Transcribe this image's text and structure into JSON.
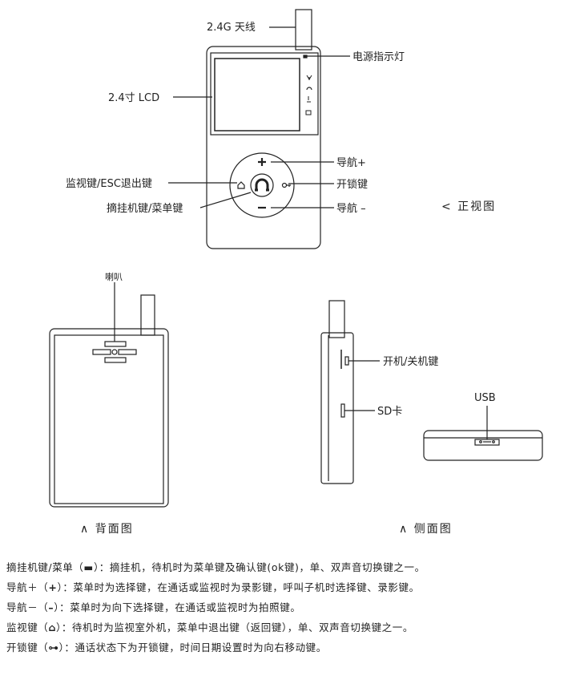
{
  "front": {
    "antenna_label": "2.4G 天线",
    "power_led_label": "电源指示灯",
    "lcd_label": "2.4寸 LCD",
    "nav_plus_label": "导航+",
    "unlock_label": "开锁键",
    "monitor_label": "监视键/ESC退出键",
    "hook_label": "摘挂机键/菜单键",
    "nav_minus_label": "导航 –",
    "view_caption": "< 正视图",
    "plus_symbol": "+",
    "minus_symbol": "–"
  },
  "back": {
    "speaker_label": "喇叭",
    "view_caption": "∧ 背面图"
  },
  "side": {
    "power_label": "开机/关机键",
    "sd_label": "SD卡",
    "usb_label": "USB",
    "view_caption": "∧ 侧面图"
  },
  "descriptions": [
    {
      "key": "摘挂机键/菜单（",
      "icon": "▬",
      "text": "）：摘挂机，待机时为菜单键及确认键(ok键)，单、双声音切换键之一。"
    },
    {
      "key": "导航＋（",
      "icon": "+",
      "text": "）：菜单时为选择键，在通话或监视时为录影键，呼叫子机时选择键、录影键。"
    },
    {
      "key": "导航－（",
      "icon": "–",
      "text": "）：菜单时为向下选择键，在通话或监视时为拍照键。"
    },
    {
      "key": "监视键（",
      "icon": "⌂",
      "text": "）：待机时为监视室外机，菜单中退出键（返回键），单、双声音切换键之一。"
    },
    {
      "key": "开锁键（",
      "icon": "⊶",
      "text": "）：通话状态下为开锁键，时间日期设置时为向右移动键。"
    }
  ]
}
